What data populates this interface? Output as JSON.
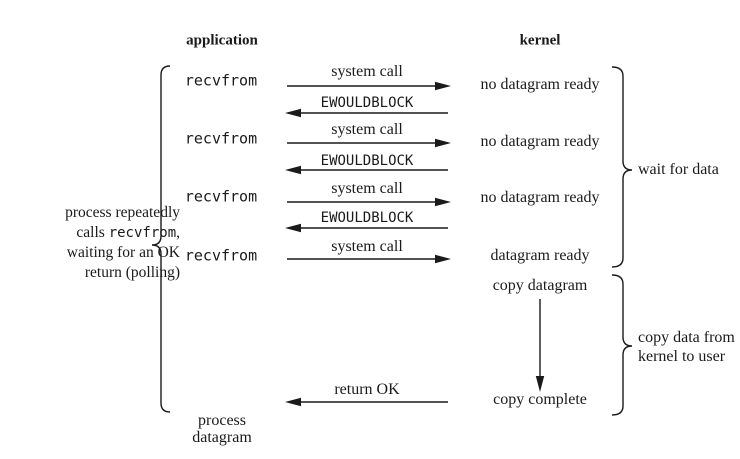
{
  "diagram": {
    "title_semantics": "nonblocking recvfrom polling I/O model",
    "headers": {
      "application": "application",
      "kernel": "kernel"
    },
    "left_note": {
      "line1": "process repeatedly",
      "line2_prefix": "calls ",
      "line2_code": "recvfrom",
      "line2_suffix": ",",
      "line3": "waiting for an OK",
      "line4": "return (polling)"
    },
    "rows": [
      {
        "app": "recvfrom",
        "call": "system call",
        "kernel": "no datagram ready",
        "reply": "EWOULDBLOCK"
      },
      {
        "app": "recvfrom",
        "call": "system call",
        "kernel": "no datagram ready",
        "reply": "EWOULDBLOCK"
      },
      {
        "app": "recvfrom",
        "call": "system call",
        "kernel": "no datagram ready",
        "reply": "EWOULDBLOCK"
      },
      {
        "app": "recvfrom",
        "call": "system call",
        "kernel": "datagram ready"
      }
    ],
    "copy_sequence": {
      "start": "copy datagram",
      "end": "copy complete"
    },
    "return_arrow": {
      "label": "return OK"
    },
    "bottom_note": {
      "line1": "process",
      "line2": "datagram"
    },
    "brace_labels": {
      "wait": "wait for data",
      "copy_line1": "copy data from",
      "copy_line2": "kernel to user"
    },
    "colors": {
      "ink": "#1a1a1a",
      "background": "#ffffff"
    }
  }
}
